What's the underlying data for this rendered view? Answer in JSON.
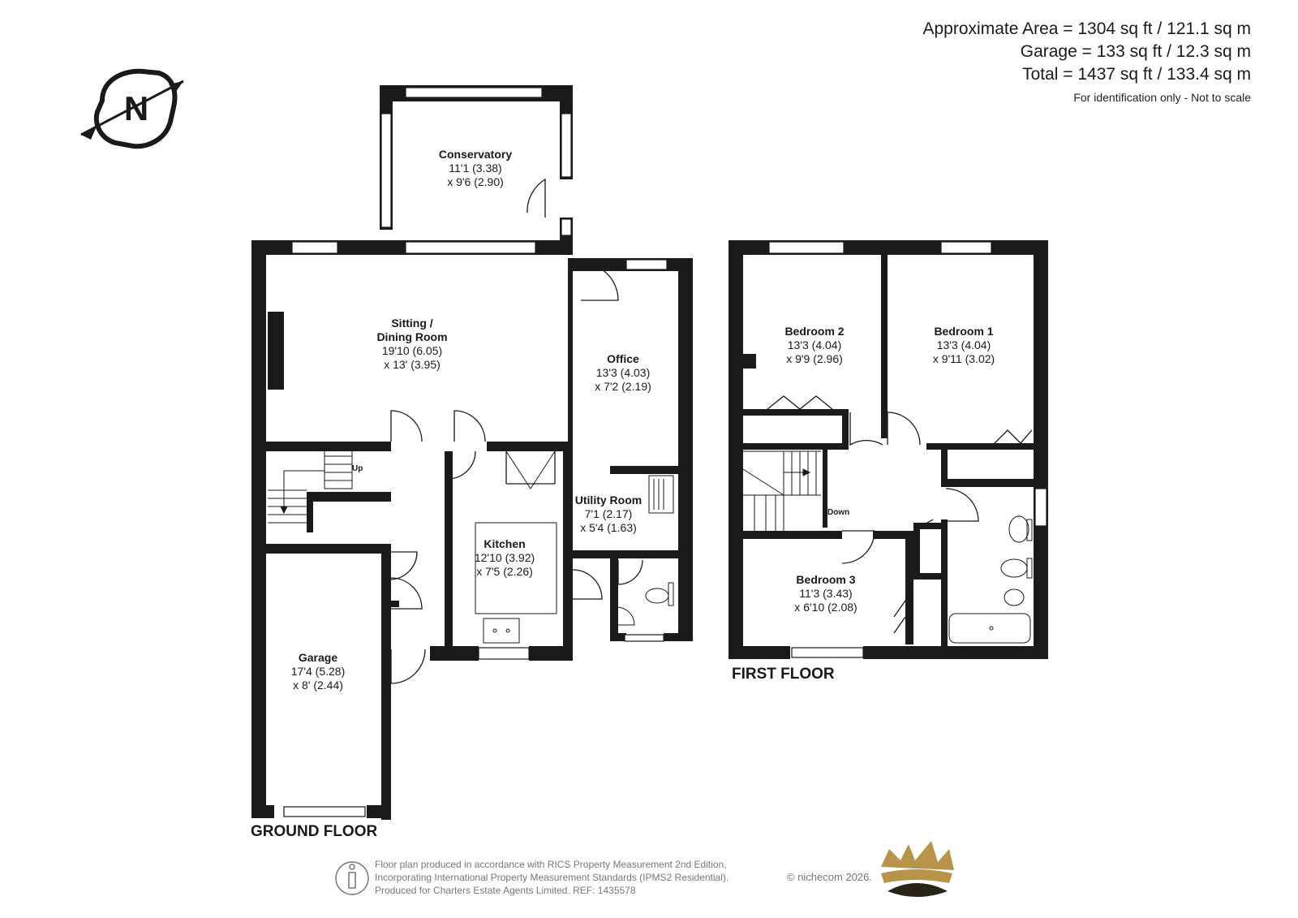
{
  "area": {
    "approx": "Approximate Area = 1304 sq ft / 121.1 sq m",
    "garage": "Garage = 133 sq ft / 12.3 sq m",
    "total": "Total = 1437 sq ft / 133.4 sq m",
    "note": "For identification only - Not to scale"
  },
  "compass": {
    "letter": "N",
    "icon": "north-arrow-icon"
  },
  "floors": {
    "ground": "GROUND FLOOR",
    "first": "FIRST FLOOR"
  },
  "rooms": {
    "conservatory": {
      "name": "Conservatory",
      "d1": "11'1 (3.38)",
      "d2": "x 9'6 (2.90)"
    },
    "sitting": {
      "name1": "Sitting /",
      "name2": "Dining Room",
      "d1": "19'10 (6.05)",
      "d2": "x 13' (3.95)"
    },
    "office": {
      "name": "Office",
      "d1": "13'3 (4.03)",
      "d2": "x 7'2 (2.19)"
    },
    "utility": {
      "name": "Utility Room",
      "d1": "7'1 (2.17)",
      "d2": "x 5'4 (1.63)"
    },
    "kitchen": {
      "name": "Kitchen",
      "d1": "12'10 (3.92)",
      "d2": "x 7'5 (2.26)"
    },
    "garage": {
      "name": "Garage",
      "d1": "17'4 (5.28)",
      "d2": "x 8' (2.44)"
    },
    "bedroom2": {
      "name": "Bedroom 2",
      "d1": "13'3 (4.04)",
      "d2": "x 9'9 (2.96)"
    },
    "bedroom1": {
      "name": "Bedroom 1",
      "d1": "13'3 (4.04)",
      "d2": "x 9'11 (3.02)"
    },
    "bedroom3": {
      "name": "Bedroom 3",
      "d1": "11'3 (3.43)",
      "d2": "x 6'10 (2.08)"
    }
  },
  "stairs": {
    "up": "Up",
    "down": "Down"
  },
  "footer": {
    "line1": "Floor plan produced in accordance with RICS Property Measurement 2nd Edition,",
    "line2": "Incorporating International Property Measurement Standards (IPMS2 Residential).",
    "line3": "Produced for Charters Estate Agents Limited.   REF: 1435578",
    "copyright": "© nichecom 2026.",
    "logo": "crown-logo",
    "icon": "person-icon"
  },
  "colors": {
    "wall": "#1a1a1a",
    "logo_gold": "#b8934a",
    "logo_dark": "#2a2418"
  }
}
